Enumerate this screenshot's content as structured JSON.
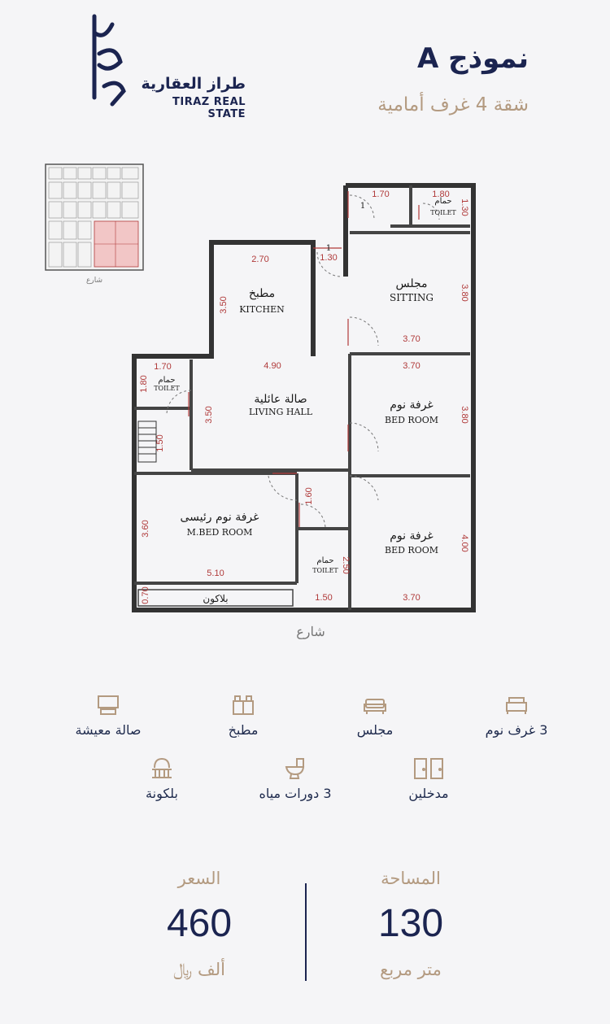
{
  "header": {
    "title": "نموذج A",
    "subtitle": "شقة 4 غرف أمامية",
    "logo_ar": "طراز العقارية",
    "logo_en": "TIRAZ REAL STATE"
  },
  "site_plan": {
    "street_label": "شارع"
  },
  "floor_plan": {
    "street_label": "شارع",
    "rooms": {
      "sitting_ar": "مجلس",
      "sitting_en": "SITTING",
      "kitchen_ar": "مطبخ",
      "kitchen_en": "KITCHEN",
      "living_ar": "صالة عائلية",
      "living_en": "LIVING HALL",
      "bed1_ar": "غرفة نوم",
      "bed1_en": "BED ROOM",
      "bed2_ar": "غرفة نوم",
      "bed2_en": "BED ROOM",
      "master_ar": "غرفة نوم رئيسى",
      "master_en": "M.BED ROOM",
      "balcony_ar": "بلاكون",
      "toilet_ar": "حمام",
      "toilet_en": "TOILET"
    },
    "dims": {
      "d170_top": "1.70",
      "d180_top": "1.80",
      "d130_right": "1.30",
      "d130_door": "1.30",
      "d270": "2.70",
      "d350_kitchen": "3.50",
      "d380_sitting": "3.80",
      "d370_sitting": "3.70",
      "d490": "4.90",
      "d370_bed": "3.70",
      "d170_wc": "1.70",
      "d180_wc": "1.80",
      "d350_living": "3.50",
      "d380_bed": "3.80",
      "d150_stair": "1.50",
      "d160": "1.60",
      "d360": "3.60",
      "d400": "4.00",
      "d250": "2.50",
      "d510": "5.10",
      "d150_bottom": "1.50",
      "d370_bottom": "3.70",
      "d070": "0.70",
      "door1": "1",
      "door2": "1"
    }
  },
  "features": [
    {
      "label": "3 غرف نوم",
      "icon": "bed-icon"
    },
    {
      "label": "مجلس",
      "icon": "sofa-icon"
    },
    {
      "label": "مطبخ",
      "icon": "kitchen-icon"
    },
    {
      "label": "صالة معيشة",
      "icon": "tv-icon"
    },
    {
      "label": "مدخلين",
      "icon": "doors-icon"
    },
    {
      "label": "3 دورات مياه",
      "icon": "toilet-icon"
    },
    {
      "label": "بلكونة",
      "icon": "balcony-icon"
    }
  ],
  "stats": {
    "area_label": "المساحة",
    "area_value": "130",
    "area_unit": "متر مربع",
    "price_label": "السعر",
    "price_value": "460",
    "price_unit": "ألف ﷼"
  },
  "colors": {
    "navy": "#1b2450",
    "gold": "#b39a80",
    "dimension_red": "#b03a3a",
    "highlight_pink": "#f2c6c6"
  }
}
